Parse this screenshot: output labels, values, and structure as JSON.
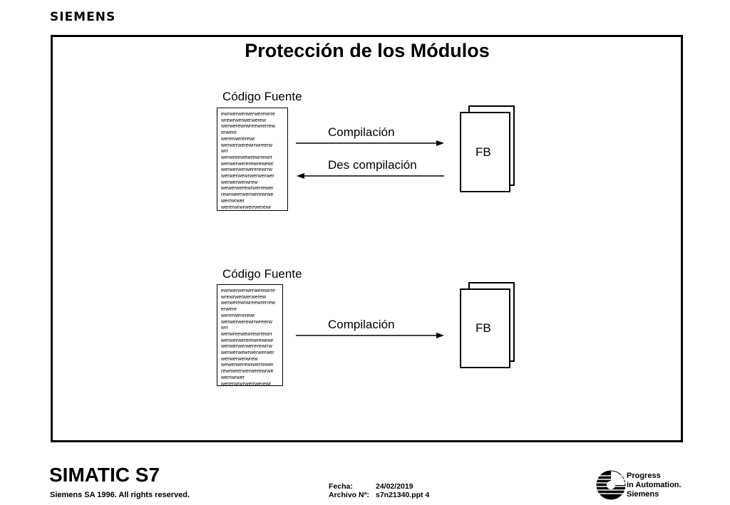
{
  "header": {
    "brand": "SIEMENS"
  },
  "slide": {
    "title": "Protección de los Módulos",
    "diagram_top": {
      "caption": "Código Fuente",
      "code_lines": [
        "ewrwerwerwerwerewrre",
        "wrewrwerwerwerew",
        "werwerewrwreewrerrew",
        "erwere",
        "wererwererewr",
        "werwerwerewrrwreerw",
        "wrr",
        "werwreewewrewrrewrr",
        "werwerwererewrewewr",
        "werwerwerwererewrrw",
        "werwerwewrwerwerwer",
        "werwerwerwrew",
        "wewerwerewrwerrewer",
        "rewrweerwerwerewrwe",
        "werrwrwer",
        "wererwrwrwerrwerewr"
      ],
      "arrow_forward_label": "Compilación",
      "arrow_back_label": "Des compilación",
      "fb_label": "FB"
    },
    "diagram_bottom": {
      "caption": "Código Fuente",
      "code_lines": [
        "ewrwerwerwerwerewrre",
        "wrewrwerwerwerew",
        "werwerewrwreewrerrew",
        "erwere",
        "wererwererewr",
        "werwerwerewrrwreerw",
        "wrr",
        "werwreewewrewrrewrr",
        "werwerwererewrewewr",
        "werwerwerwererewrrw",
        "werwerwewrwerwerwer",
        "werwerwerwrew",
        "wewerwerewrwerrewer",
        "rewrweerwerwerewrwe",
        "werrwrwer",
        "wererwrwrwerrwerewr"
      ],
      "arrow_forward_label": "Compilación",
      "fb_label": "FB"
    }
  },
  "footer": {
    "product": "SIMATIC S7",
    "rights": "Siemens SA 1996.  All rights reserved.",
    "date_label": "Fecha:",
    "date_value": "24/02/2019",
    "file_label": "Archivo Nª:",
    "file_value": "s7n21340.ppt 4",
    "slogan_1": "Progress",
    "slogan_2": "in Automation.",
    "slogan_3": "Siemens"
  }
}
